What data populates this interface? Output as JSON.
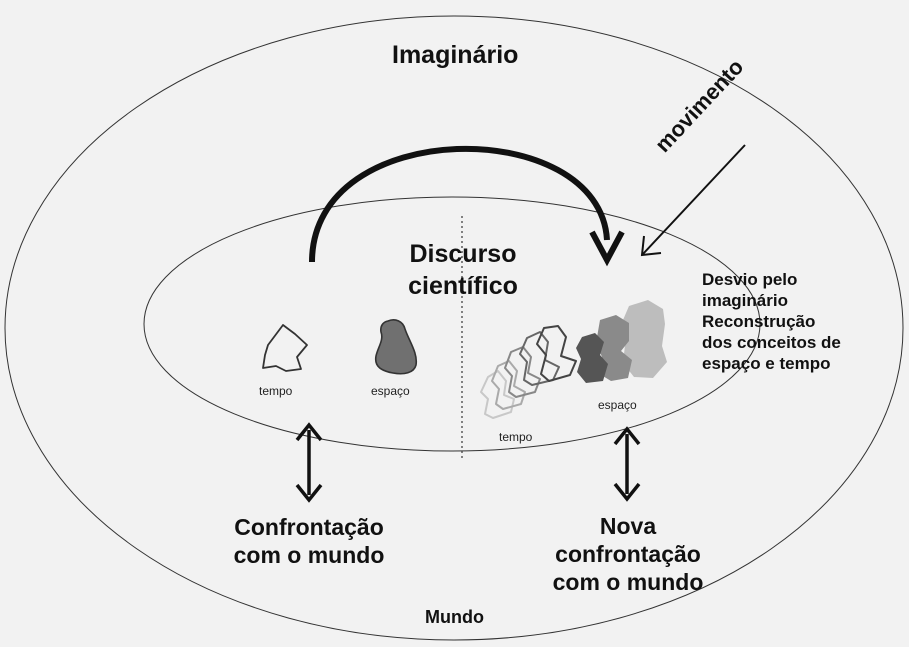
{
  "labels": {
    "outer": "Imaginário",
    "inner": "Discurso científico",
    "world": "Mundo",
    "movement": "movimento",
    "side_text": [
      "Desvio pelo",
      "imaginário",
      "Reconstrução",
      "dos conceitos de",
      "espaço e tempo"
    ],
    "confrontation_left": [
      "Confrontação",
      "com o mundo"
    ],
    "confrontation_right": [
      "Nova",
      "confrontação",
      "com o mundo"
    ],
    "tempo_left": "tempo",
    "espaco_left": "espaço",
    "tempo_right": "tempo",
    "espaco_right": "espaço"
  },
  "colors": {
    "background": "#f2f2f2",
    "line": "#111111",
    "shape_dark": "#555555",
    "shape_mid": "#8a8a8a",
    "shape_light": "#bdbdbd"
  }
}
